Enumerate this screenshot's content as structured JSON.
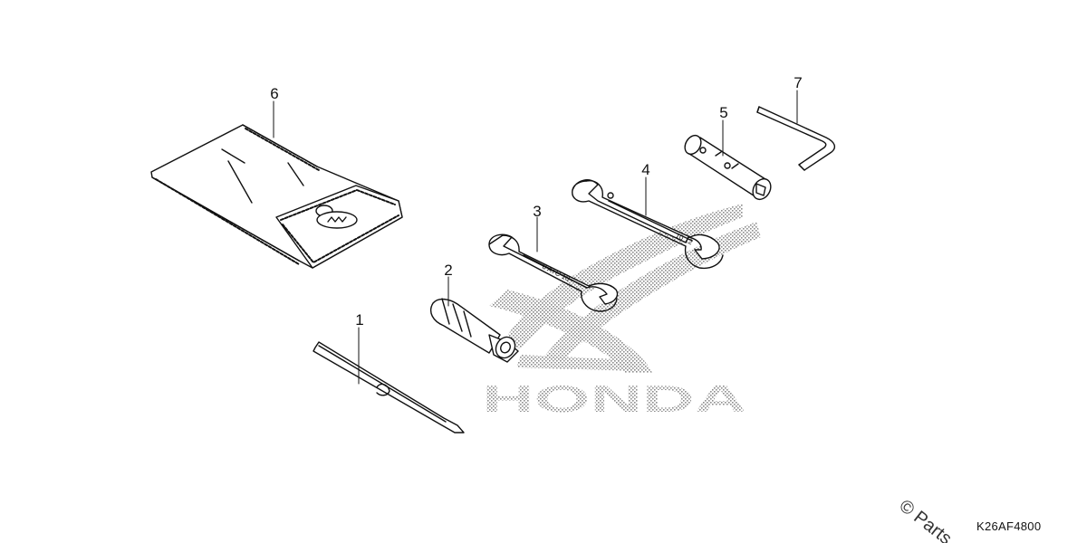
{
  "diagram": {
    "callouts": [
      {
        "num": "1",
        "part": "screwdriver"
      },
      {
        "num": "2",
        "part": "screwdriver-handle"
      },
      {
        "num": "3",
        "part": "wrench-small"
      },
      {
        "num": "4",
        "part": "wrench-large"
      },
      {
        "num": "5",
        "part": "spark-plug-wrench"
      },
      {
        "num": "6",
        "part": "tool-bag"
      },
      {
        "num": "7",
        "part": "hex-key"
      }
    ],
    "engravings": {
      "wrench_small": "8 ATC 10",
      "wrench_large": "10 12"
    },
    "part_code": "K26AF4800",
    "watermark": "© Parts"
  },
  "colors": {
    "line": "#111111",
    "logo_dots": "#9a9a9a"
  }
}
